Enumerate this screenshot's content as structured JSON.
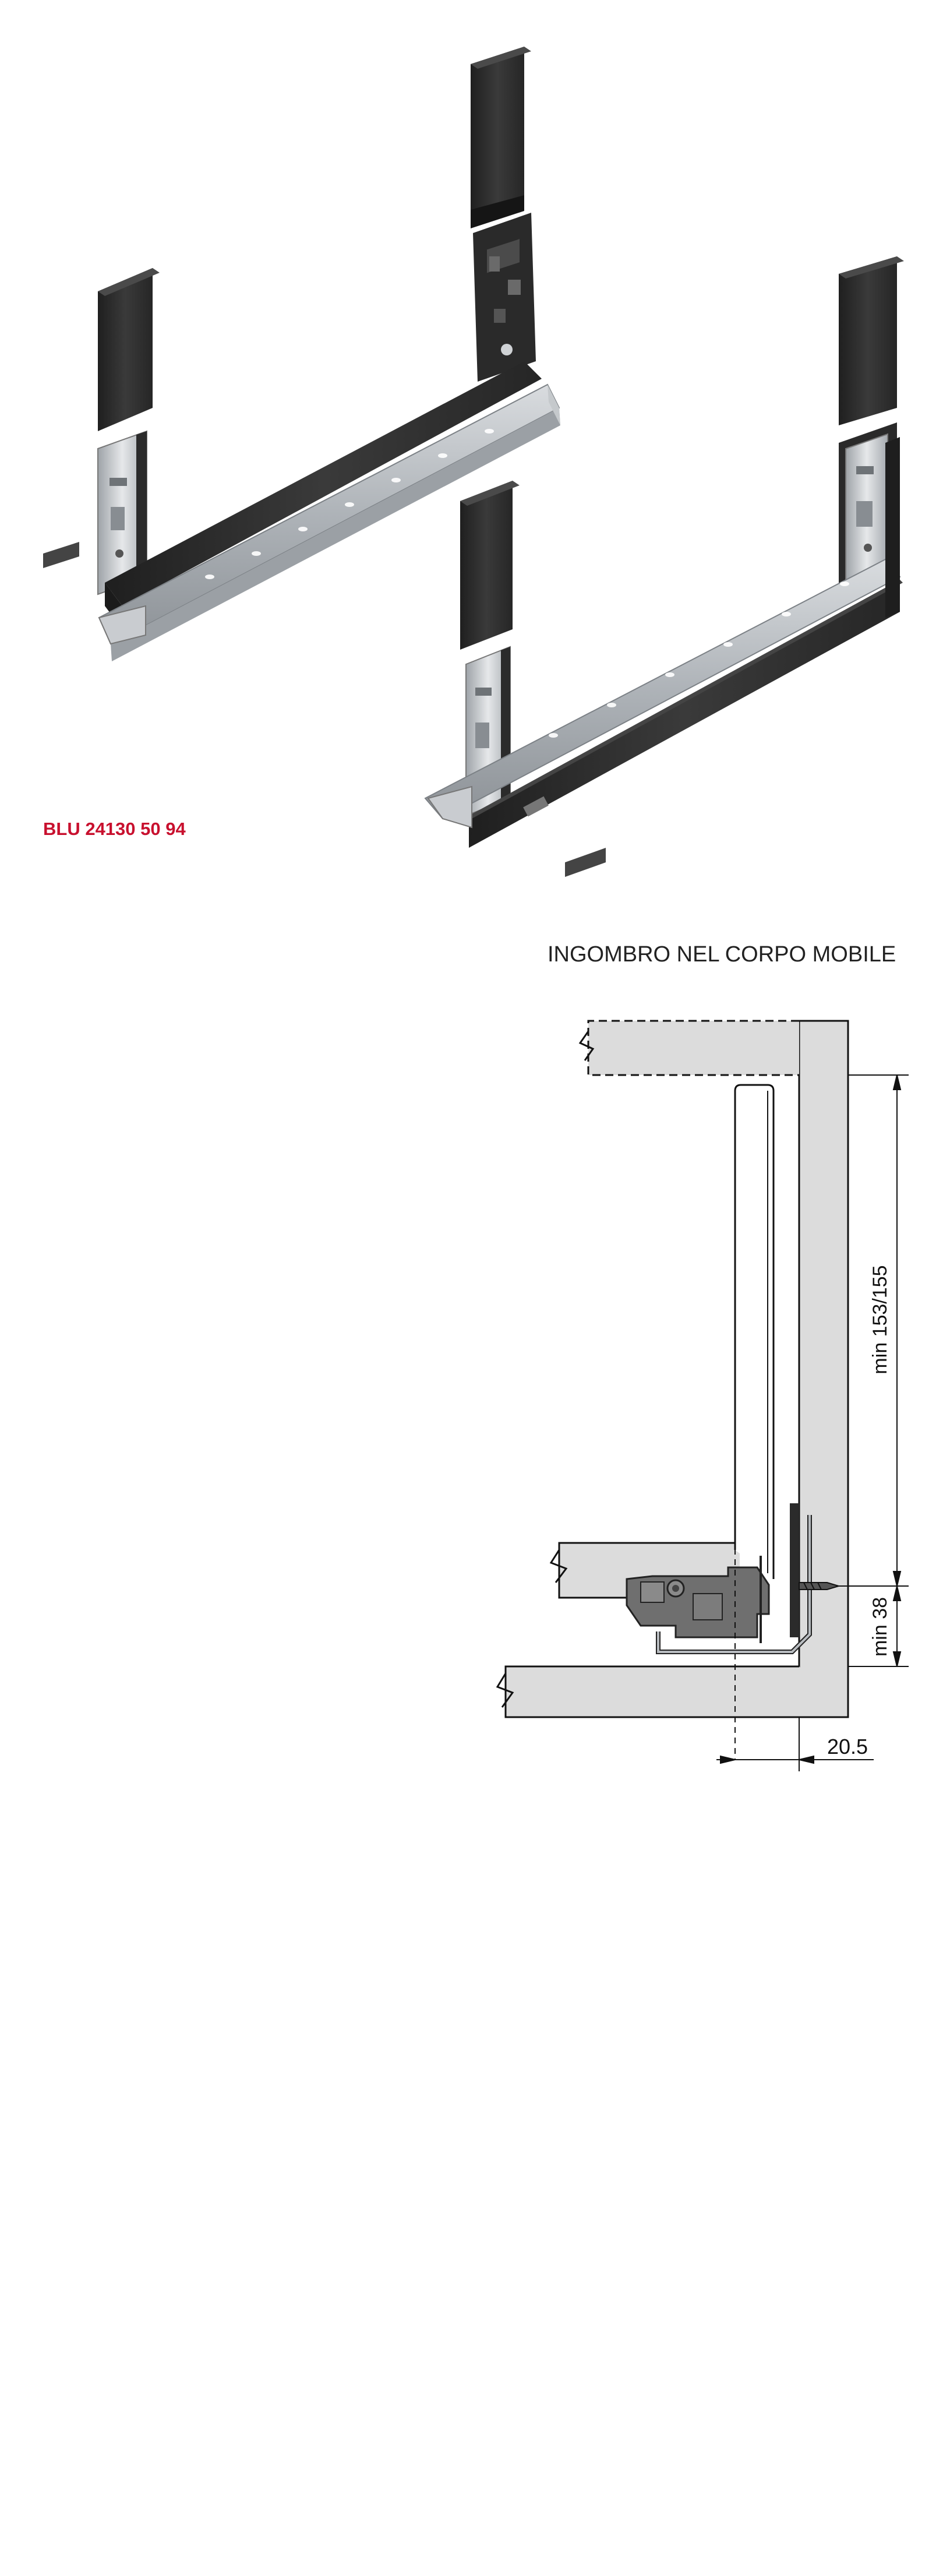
{
  "product_code": "BLU 24130 50 94",
  "section_title": "INGOMBRO NEL CORPO MOBILE",
  "dimensions": {
    "height_upper": "min 153/155",
    "height_lower": "min 38",
    "side_offset": "20.5"
  },
  "colors": {
    "product_code": "#c8102e",
    "panel_fill": "#dcdcdc",
    "profile_dark": "#2b2b2b",
    "rail_metal": "#b8bcc0",
    "runner_gray": "#6f6f6f"
  }
}
